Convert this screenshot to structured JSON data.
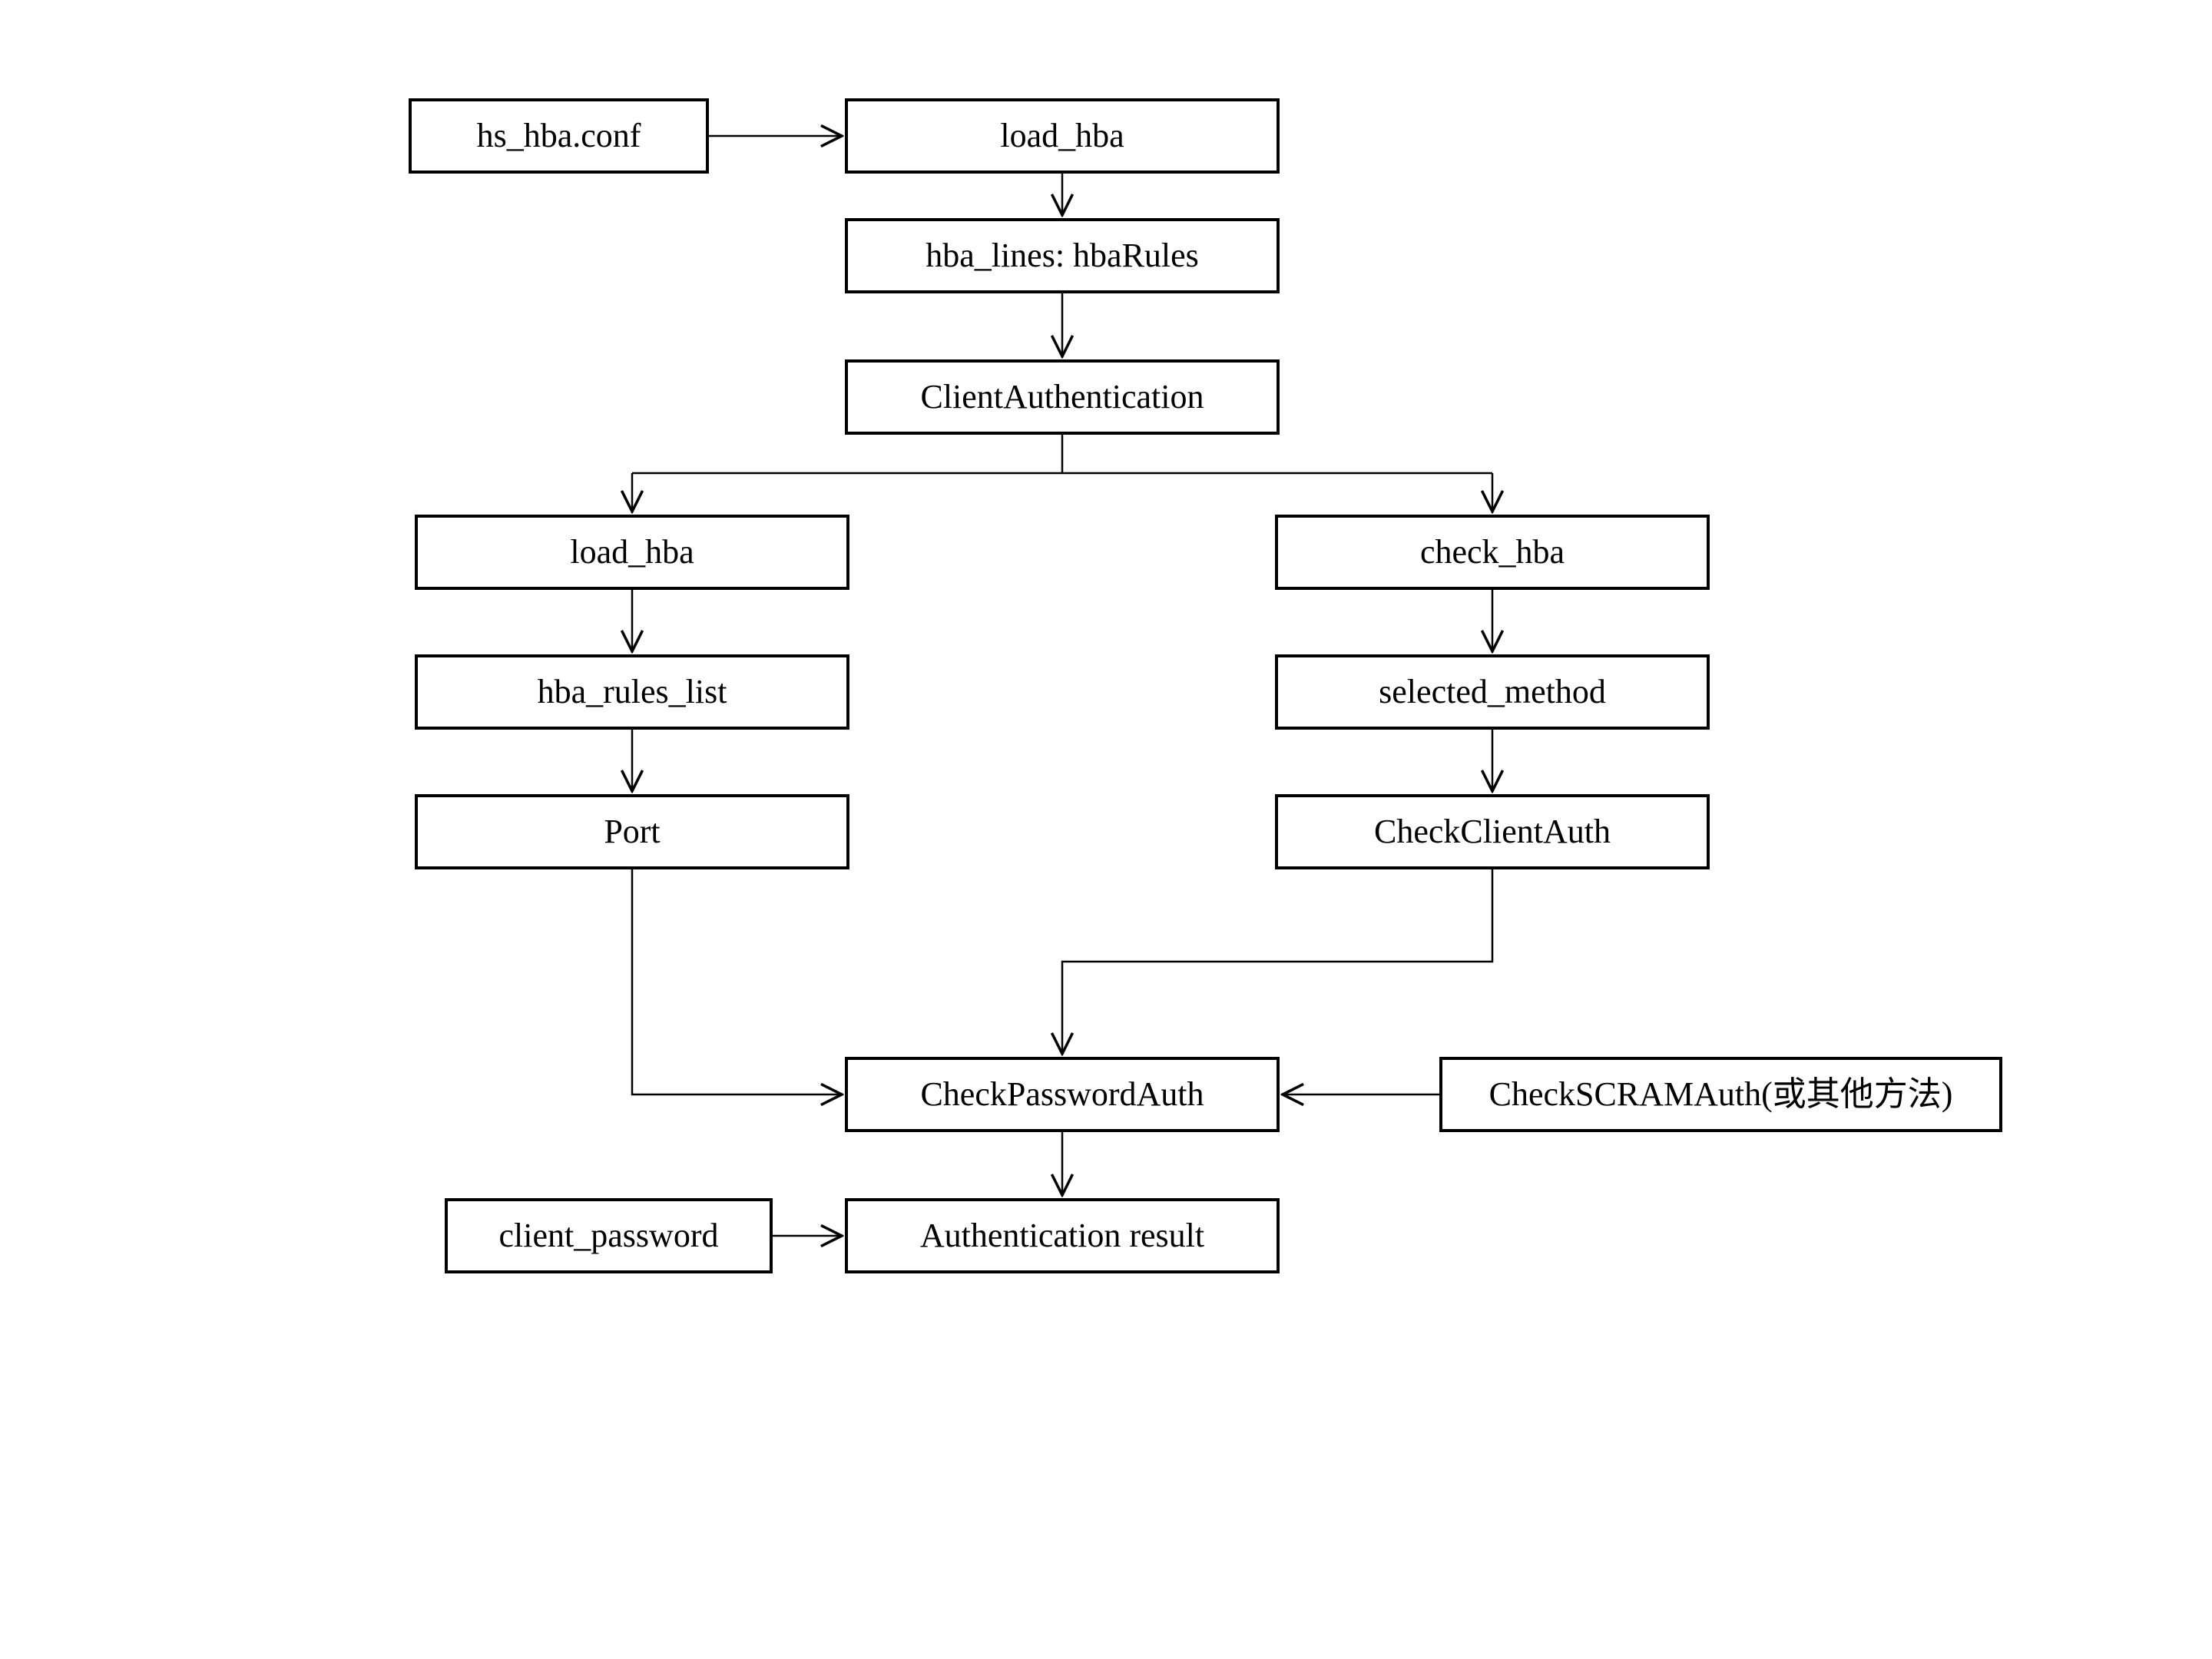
{
  "diagram": {
    "title": "PostgreSQL HBA client authentication flowchart",
    "background_color": "#ffffff",
    "line_color": "#000000",
    "text_color": "#000000",
    "nodes": {
      "hs_hba_conf": {
        "label": "hs_hba.conf"
      },
      "load_hba_top": {
        "label": "load_hba"
      },
      "hba_lines": {
        "label": "hba_lines: hbaRules"
      },
      "client_auth": {
        "label": "ClientAuthentication"
      },
      "load_hba_left": {
        "label": "load_hba"
      },
      "hba_rules_list": {
        "label": "hba_rules_list"
      },
      "port": {
        "label": "Port"
      },
      "check_hba": {
        "label": "check_hba"
      },
      "selected_method": {
        "label": "selected_method"
      },
      "check_client_auth": {
        "label": "CheckClientAuth"
      },
      "check_password_auth": {
        "label": "CheckPasswordAuth"
      },
      "check_scram_auth": {
        "label": "CheckSCRAMAuth(或其他方法)"
      },
      "client_password": {
        "label": "client_password"
      },
      "auth_result": {
        "label": "Authentication result"
      }
    },
    "edges": [
      {
        "from": "hs_hba_conf",
        "to": "load_hba_top"
      },
      {
        "from": "load_hba_top",
        "to": "hba_lines"
      },
      {
        "from": "hba_lines",
        "to": "client_auth"
      },
      {
        "from": "client_auth",
        "to": "load_hba_left"
      },
      {
        "from": "client_auth",
        "to": "check_hba"
      },
      {
        "from": "load_hba_left",
        "to": "hba_rules_list"
      },
      {
        "from": "hba_rules_list",
        "to": "port"
      },
      {
        "from": "port",
        "to": "check_password_auth"
      },
      {
        "from": "check_hba",
        "to": "selected_method"
      },
      {
        "from": "selected_method",
        "to": "check_client_auth"
      },
      {
        "from": "check_client_auth",
        "to": "check_password_auth"
      },
      {
        "from": "check_scram_auth",
        "to": "check_password_auth"
      },
      {
        "from": "check_password_auth",
        "to": "auth_result"
      },
      {
        "from": "client_password",
        "to": "auth_result"
      }
    ]
  }
}
